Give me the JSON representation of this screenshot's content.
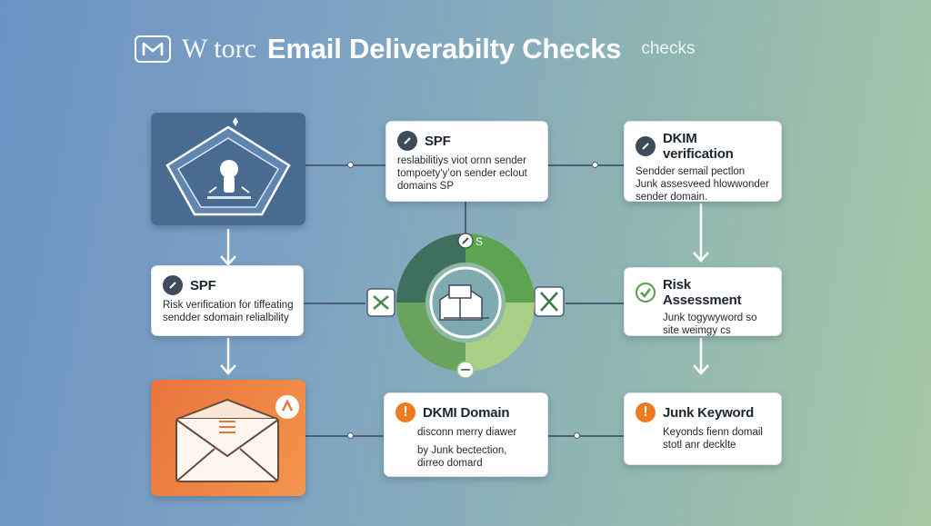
{
  "title": {
    "prefix": "W torc",
    "main": "Email Deliverabilty Checks",
    "suffix": "checks"
  },
  "cards": {
    "spf_top": {
      "title": "SPF",
      "lines": [
        "reslabilitiys viot ornn sender",
        "tompoety'y’on sender eclout",
        "domains SP"
      ]
    },
    "dkim_verification": {
      "title": "DKIM verification",
      "lines": [
        "Sendder semail pectlon",
        "Junk assesveed hlowwonder",
        "sender domain."
      ]
    },
    "spf_mid": {
      "title": "SPF",
      "lines": [
        "Risk verification for tiffeating",
        "sendder sdomain relialbility"
      ]
    },
    "risk_assessment": {
      "title": "Risk Assessment",
      "lines": [
        "Junk togywyword so",
        "site weimgy cs"
      ]
    },
    "dkim_domain": {
      "title": "DKMI Domain",
      "lines": [
        "disconn merry diawer",
        "",
        "by Junk bectection,",
        "dirreo domard"
      ]
    },
    "junk_keyword": {
      "title": "Junk Keyword",
      "lines": [
        "Keyonds fienn domail",
        "stotl anr decklte"
      ]
    }
  },
  "hub": {
    "badge_label": "S"
  },
  "colors": {
    "accent_dark_slate": "#3d4b5b",
    "warning_orange": "#ee7a1f",
    "success_green": "#5a9a4e",
    "tile_blue": "#4a6b90",
    "tile_orange": "#ee7f40"
  }
}
